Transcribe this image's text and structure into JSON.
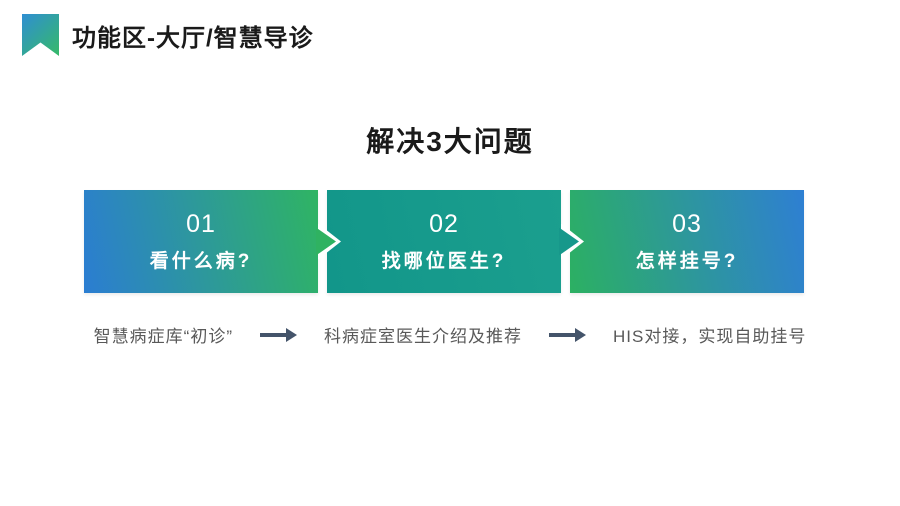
{
  "slide_title": {
    "text": "功能区-大厅/智慧导诊"
  },
  "heading": {
    "text": "解决3大问题"
  },
  "steps": [
    {
      "number": "01",
      "label": "看什么病?"
    },
    {
      "number": "02",
      "label": "找哪位医生?"
    },
    {
      "number": "03",
      "label": "怎样挂号?"
    }
  ],
  "flow": {
    "items": [
      "智慧病症库“初诊”",
      "科病症室医生介绍及推荐",
      "HIS对接，实现自助挂号"
    ]
  },
  "icons": {
    "logo": "bookmark-ribbon-icon",
    "step_connector": "chevron-right-icon",
    "flow_connector": "arrow-right-icon"
  },
  "colors": {
    "step1_gradient_start": "#2b7dd2",
    "step1_gradient_end": "#2fb463",
    "step2_teal": "#17988b",
    "step3_gradient_start": "#2cb062",
    "step3_gradient_end": "#2e7fd3",
    "logo_gradient_start": "#2f8ed2",
    "logo_gradient_end": "#36ba68",
    "flow_arrow": "#44546a",
    "title_text": "#1a1a1a",
    "body_text": "#595959"
  }
}
